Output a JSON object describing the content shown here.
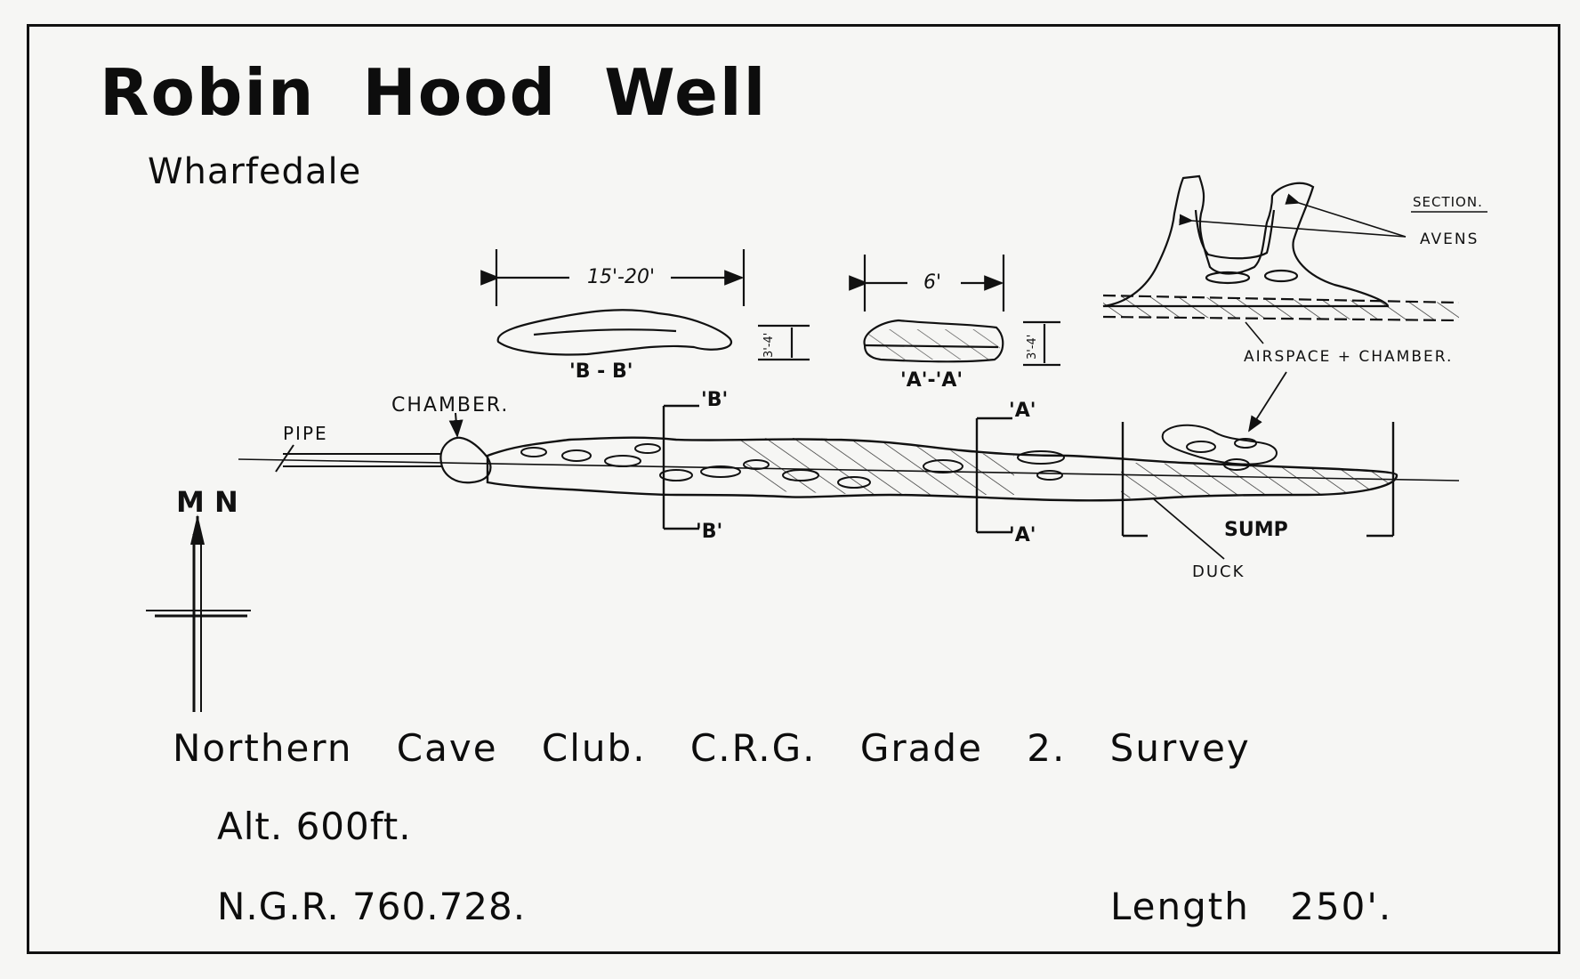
{
  "title": "Robin Hood Well",
  "subtitle": "Wharfedale",
  "survey": {
    "club_line": "Northern Cave Club. C.R.G. Grade 2. Survey",
    "altitude": "Alt. 600ft.",
    "ngr": "N.G.R. 760.728.",
    "length": "Length 250'."
  },
  "labels": {
    "section": "SECTION.",
    "avens": "AVENS",
    "airspace": "AIRSPACE + CHAMBER.",
    "chamber": "CHAMBER.",
    "pipe": "PIPE",
    "sump": "SUMP",
    "duck": "DUCK",
    "north": "M N",
    "b_top": "'B'",
    "b_bottom": "'B'",
    "a_top": "'A'",
    "a_bottom": "'A'",
    "xsec_b_label": "'B - B'",
    "xsec_a_label": "'A'-'A'",
    "xsec_b_width": "15'-20'",
    "xsec_a_width": "6'",
    "xsec_b_height": "3'-4'",
    "xsec_a_height": "3'-4'"
  }
}
